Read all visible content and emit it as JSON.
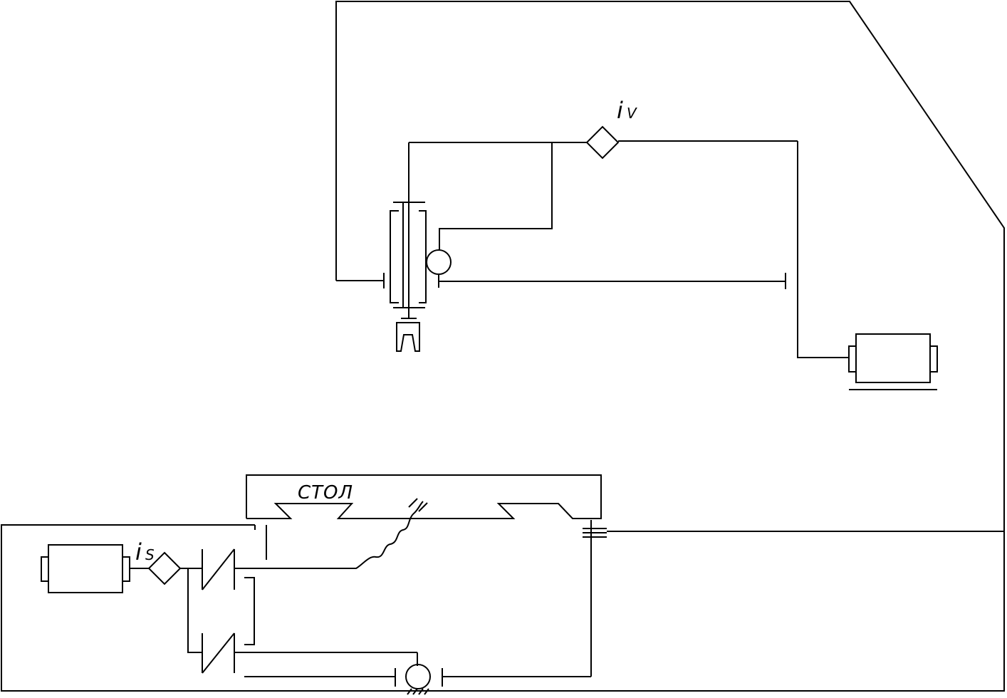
{
  "diagram": {
    "kinematic_labels": {
      "speed_ratio": {
        "base": "i",
        "sub": "V"
      },
      "feed_ratio": {
        "base": "i",
        "sub": "S"
      },
      "table_label": "СТОЛ"
    },
    "colors": {
      "stroke": "#000000",
      "background": "#ffffff"
    }
  }
}
